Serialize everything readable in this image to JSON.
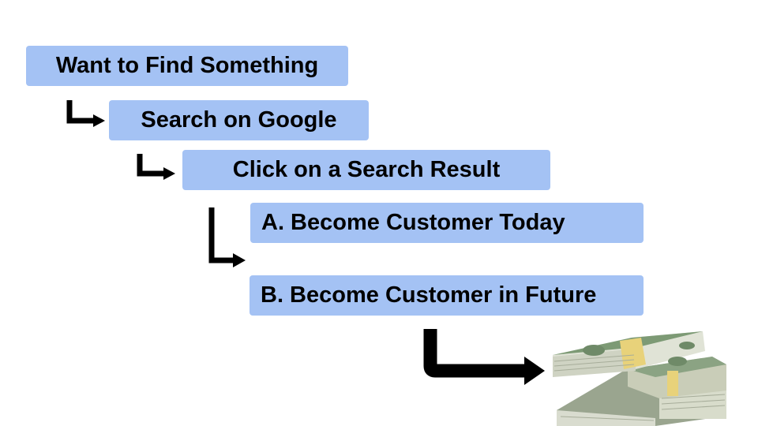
{
  "steps": [
    {
      "label": "Want to Find Something"
    },
    {
      "label": "Search on Google"
    },
    {
      "label": "Click on a Search Result"
    },
    {
      "label": "A. Become Customer Today"
    },
    {
      "label": "B. Become Customer in Future"
    }
  ],
  "colors": {
    "box_fill": "#a4c2f4",
    "text": "#000000",
    "arrow": "#000000",
    "money_green": "#8fa88a",
    "money_band": "#e8d27a"
  },
  "icons": {
    "arrows": "elbow-arrow-icon",
    "money": "cash-stack-icon"
  }
}
